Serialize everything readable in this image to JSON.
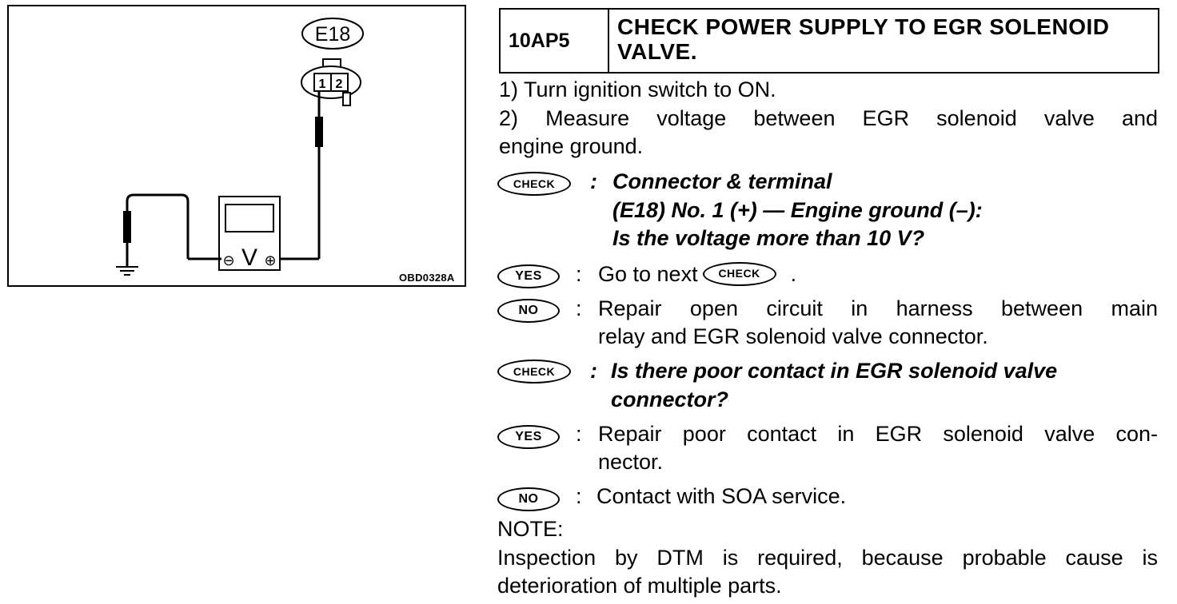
{
  "figure": {
    "connector_label": "E18",
    "pin_1": "1",
    "pin_2": "2",
    "meter_symbol": "V",
    "minus_symbol": "⊖",
    "plus_symbol": "⊕",
    "code": "OBD0328A"
  },
  "header": {
    "step_code": "10AP5",
    "title_line1": "CHECK POWER SUPPLY TO EGR SOLENOID",
    "title_line2": "VALVE."
  },
  "steps": {
    "s1": "1) Turn ignition switch to ON.",
    "s2a": "2) Measure voltage between EGR solenoid valve and",
    "s2b": "engine ground."
  },
  "check1": {
    "badge": "CHECK",
    "colon": ":",
    "line1": "Connector & terminal",
    "line2": "(E18) No. 1 (+) — Engine ground (–):",
    "line3": "Is the voltage more than 10 V?"
  },
  "yes1": {
    "badge": "YES",
    "colon": ":",
    "text": "Go to next",
    "badge_inline": "CHECK",
    "tail": "."
  },
  "no1": {
    "badge": "NO",
    "colon": ":",
    "line1": "Repair open circuit in harness between main",
    "line2": "relay and EGR solenoid valve connector."
  },
  "check2": {
    "badge": "CHECK",
    "colon": ":",
    "line1": "Is there poor contact in EGR solenoid valve",
    "line2": "connector?"
  },
  "yes2": {
    "badge": "YES",
    "colon": ":",
    "line1": "Repair poor contact in EGR solenoid valve con-",
    "line2": "nector."
  },
  "no2": {
    "badge": "NO",
    "colon": ":",
    "text": "Contact with SOA service."
  },
  "note": {
    "label": "NOTE:",
    "line1": "Inspection by DTM is required, because probable cause is",
    "line2": "deterioration of multiple parts."
  }
}
